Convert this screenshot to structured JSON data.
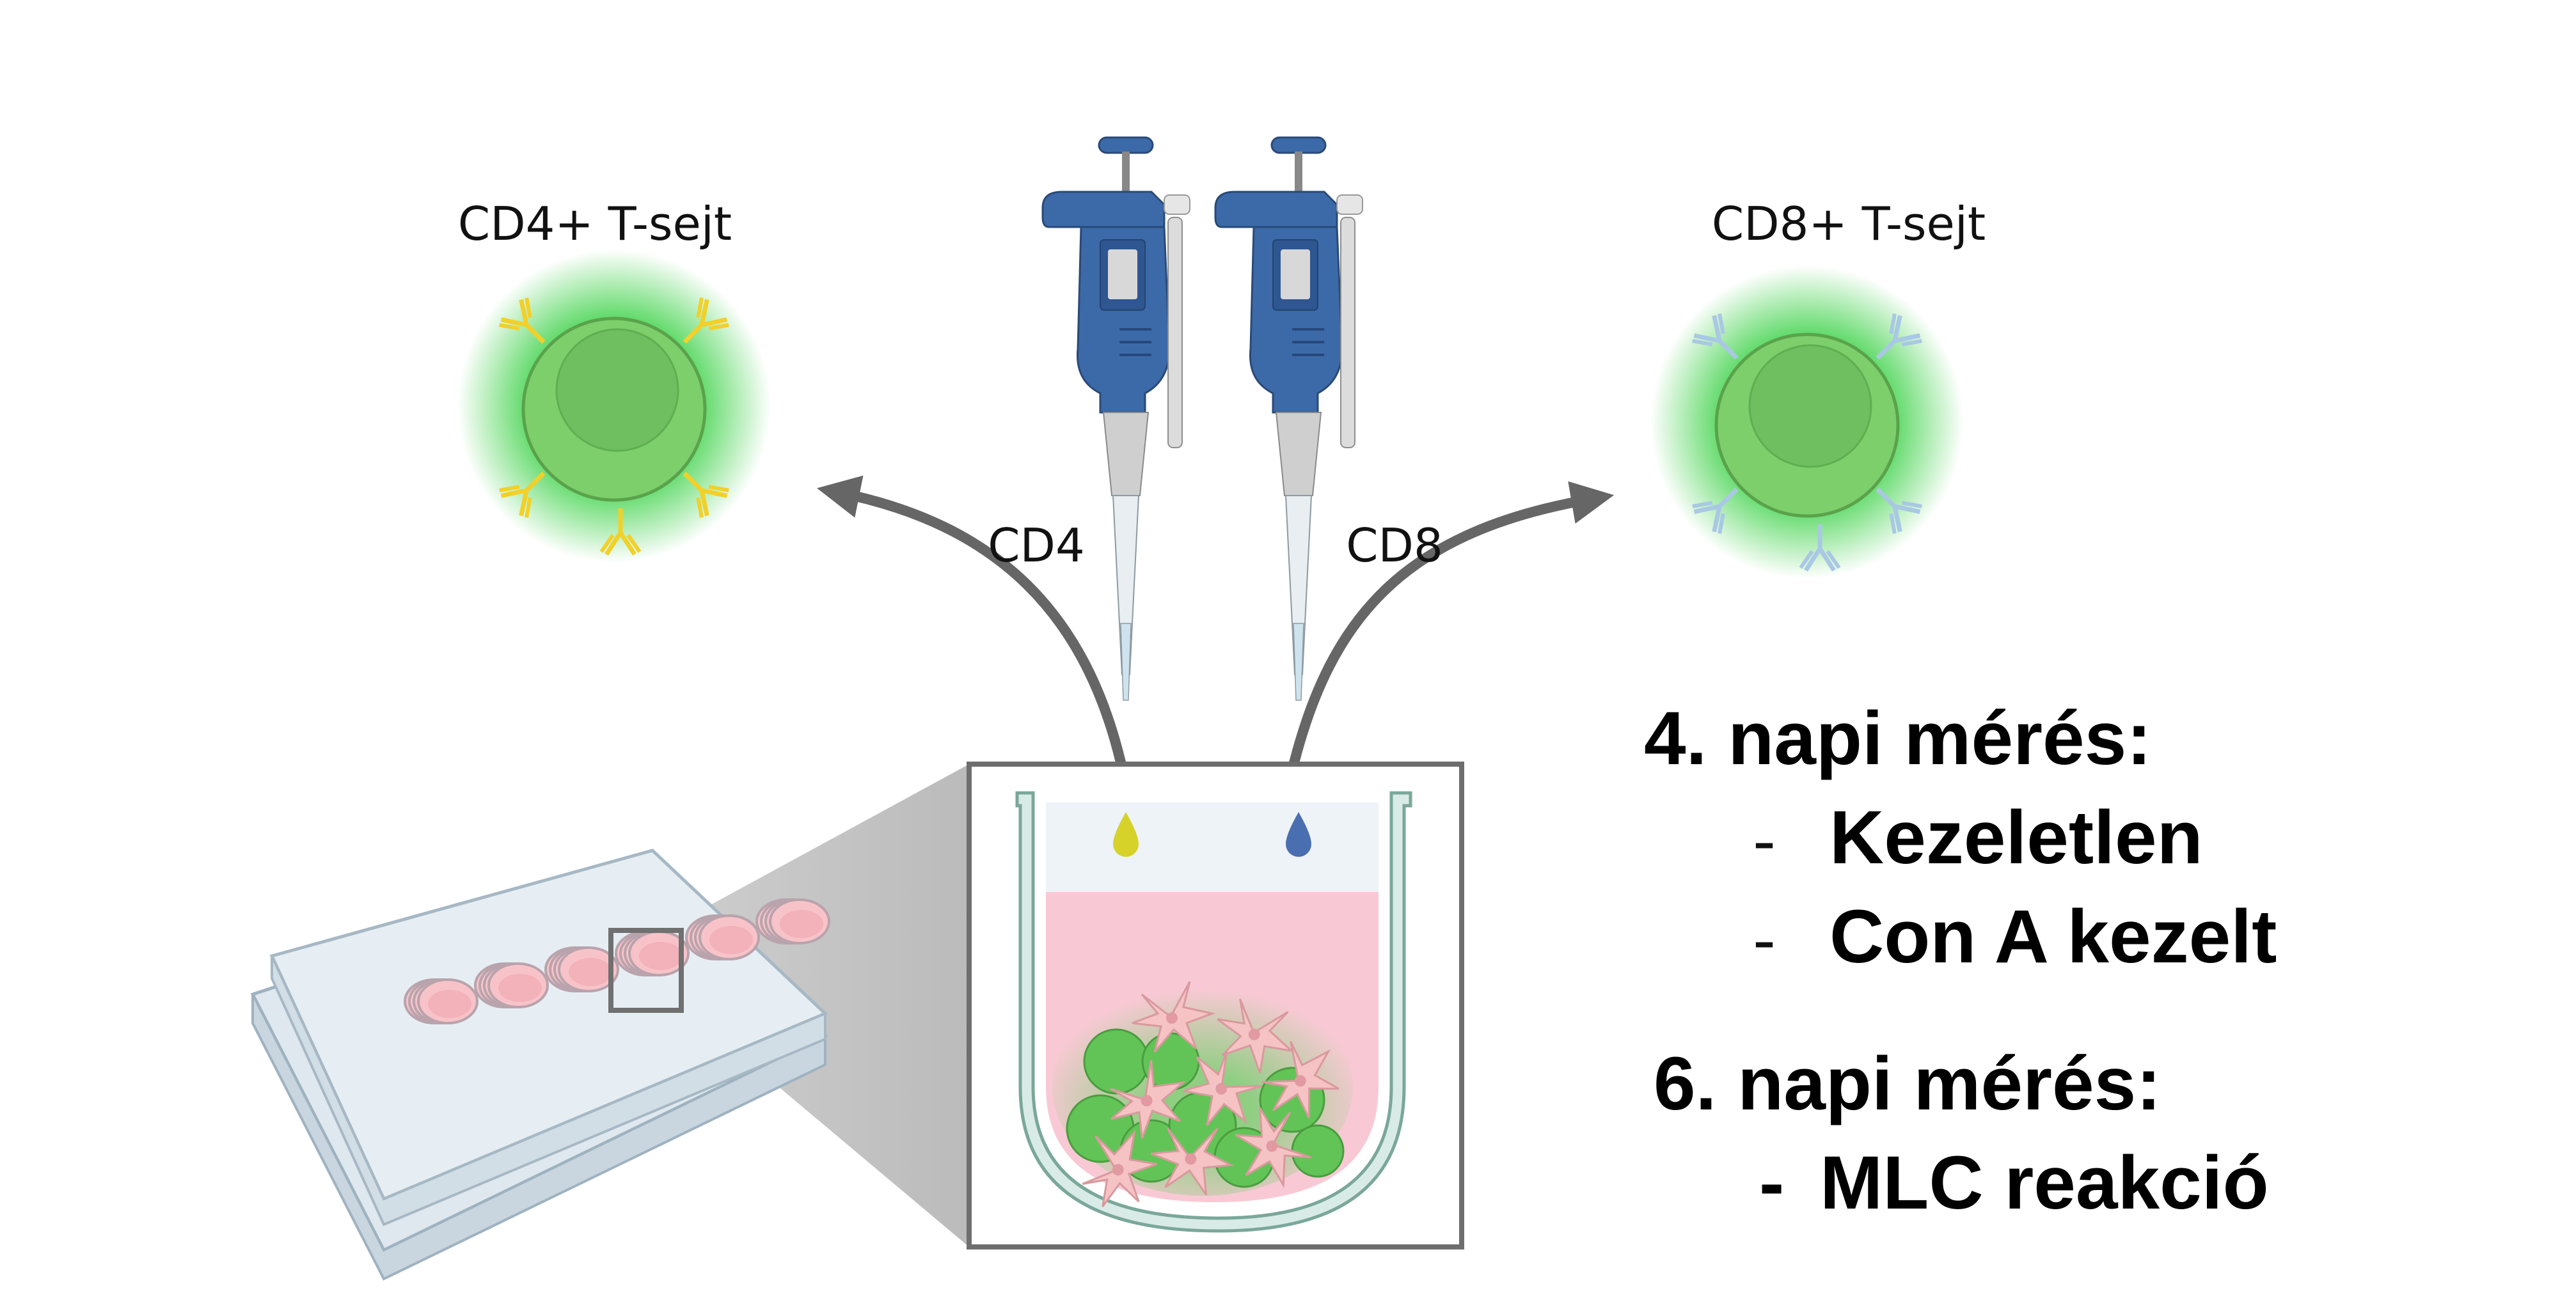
{
  "labels": {
    "cd4_cell": "CD4+ T-sejt",
    "cd8_cell": "CD8+ T-sejt",
    "cd4_pipette": "CD4",
    "cd8_pipette": "CD8"
  },
  "notes": {
    "day4_title": "4. napi mérés:",
    "day4_items": [
      "Kezeletlen",
      "Con A kezelt"
    ],
    "day6_title": "6. napi mérés:",
    "day6_items": [
      "MLC reakció"
    ],
    "bullet": "-"
  },
  "colors": {
    "cell_fill": "#7ccf6a",
    "cell_glow": "#3fd24a",
    "cd4_receptor": "#f2d02a",
    "cd8_receptor": "#b9d5ea",
    "pipette_blue": "#3c6aa8",
    "medium_pink": "#f8c9d4",
    "arrow_gray": "#666666",
    "drop_yellow": "#d6d22a",
    "drop_blue": "#4a6fb0"
  }
}
